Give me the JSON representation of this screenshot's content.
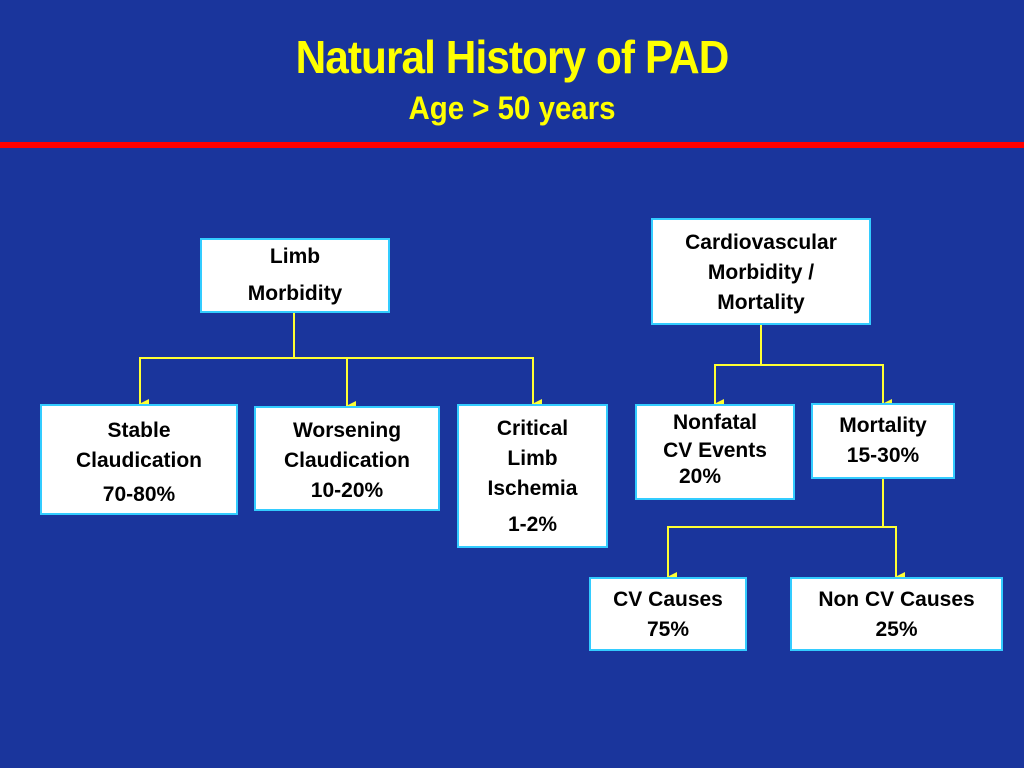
{
  "slide": {
    "title": "Natural History of PAD",
    "subtitle": "Age > 50 years"
  },
  "colors": {
    "background": "#1a359c",
    "title": "#ffff00",
    "rule": "#ff0000",
    "connector": "#ffff33",
    "box_border": "#33ccff"
  },
  "nodes": {
    "limb": {
      "lines": [
        "Limb",
        "Morbidity"
      ]
    },
    "stable": {
      "lines": [
        "Stable",
        "Claudication",
        "70-80%"
      ]
    },
    "worsening": {
      "lines": [
        "Worsening",
        "Claudication",
        "10-20%"
      ]
    },
    "critical": {
      "lines": [
        "Critical",
        "Limb",
        "Ischemia",
        "1-2%"
      ]
    },
    "cv": {
      "lines": [
        "Cardiovascular",
        "Morbidity /",
        "Mortality"
      ]
    },
    "nonfatal": {
      "lines": [
        "Nonfatal",
        "CV Events",
        "20%"
      ]
    },
    "mortality": {
      "lines": [
        "Mortality",
        "15-30%"
      ]
    },
    "cvcauses": {
      "lines": [
        "CV Causes",
        "75%"
      ]
    },
    "noncv": {
      "lines": [
        "Non CV Causes",
        "25%"
      ]
    }
  }
}
